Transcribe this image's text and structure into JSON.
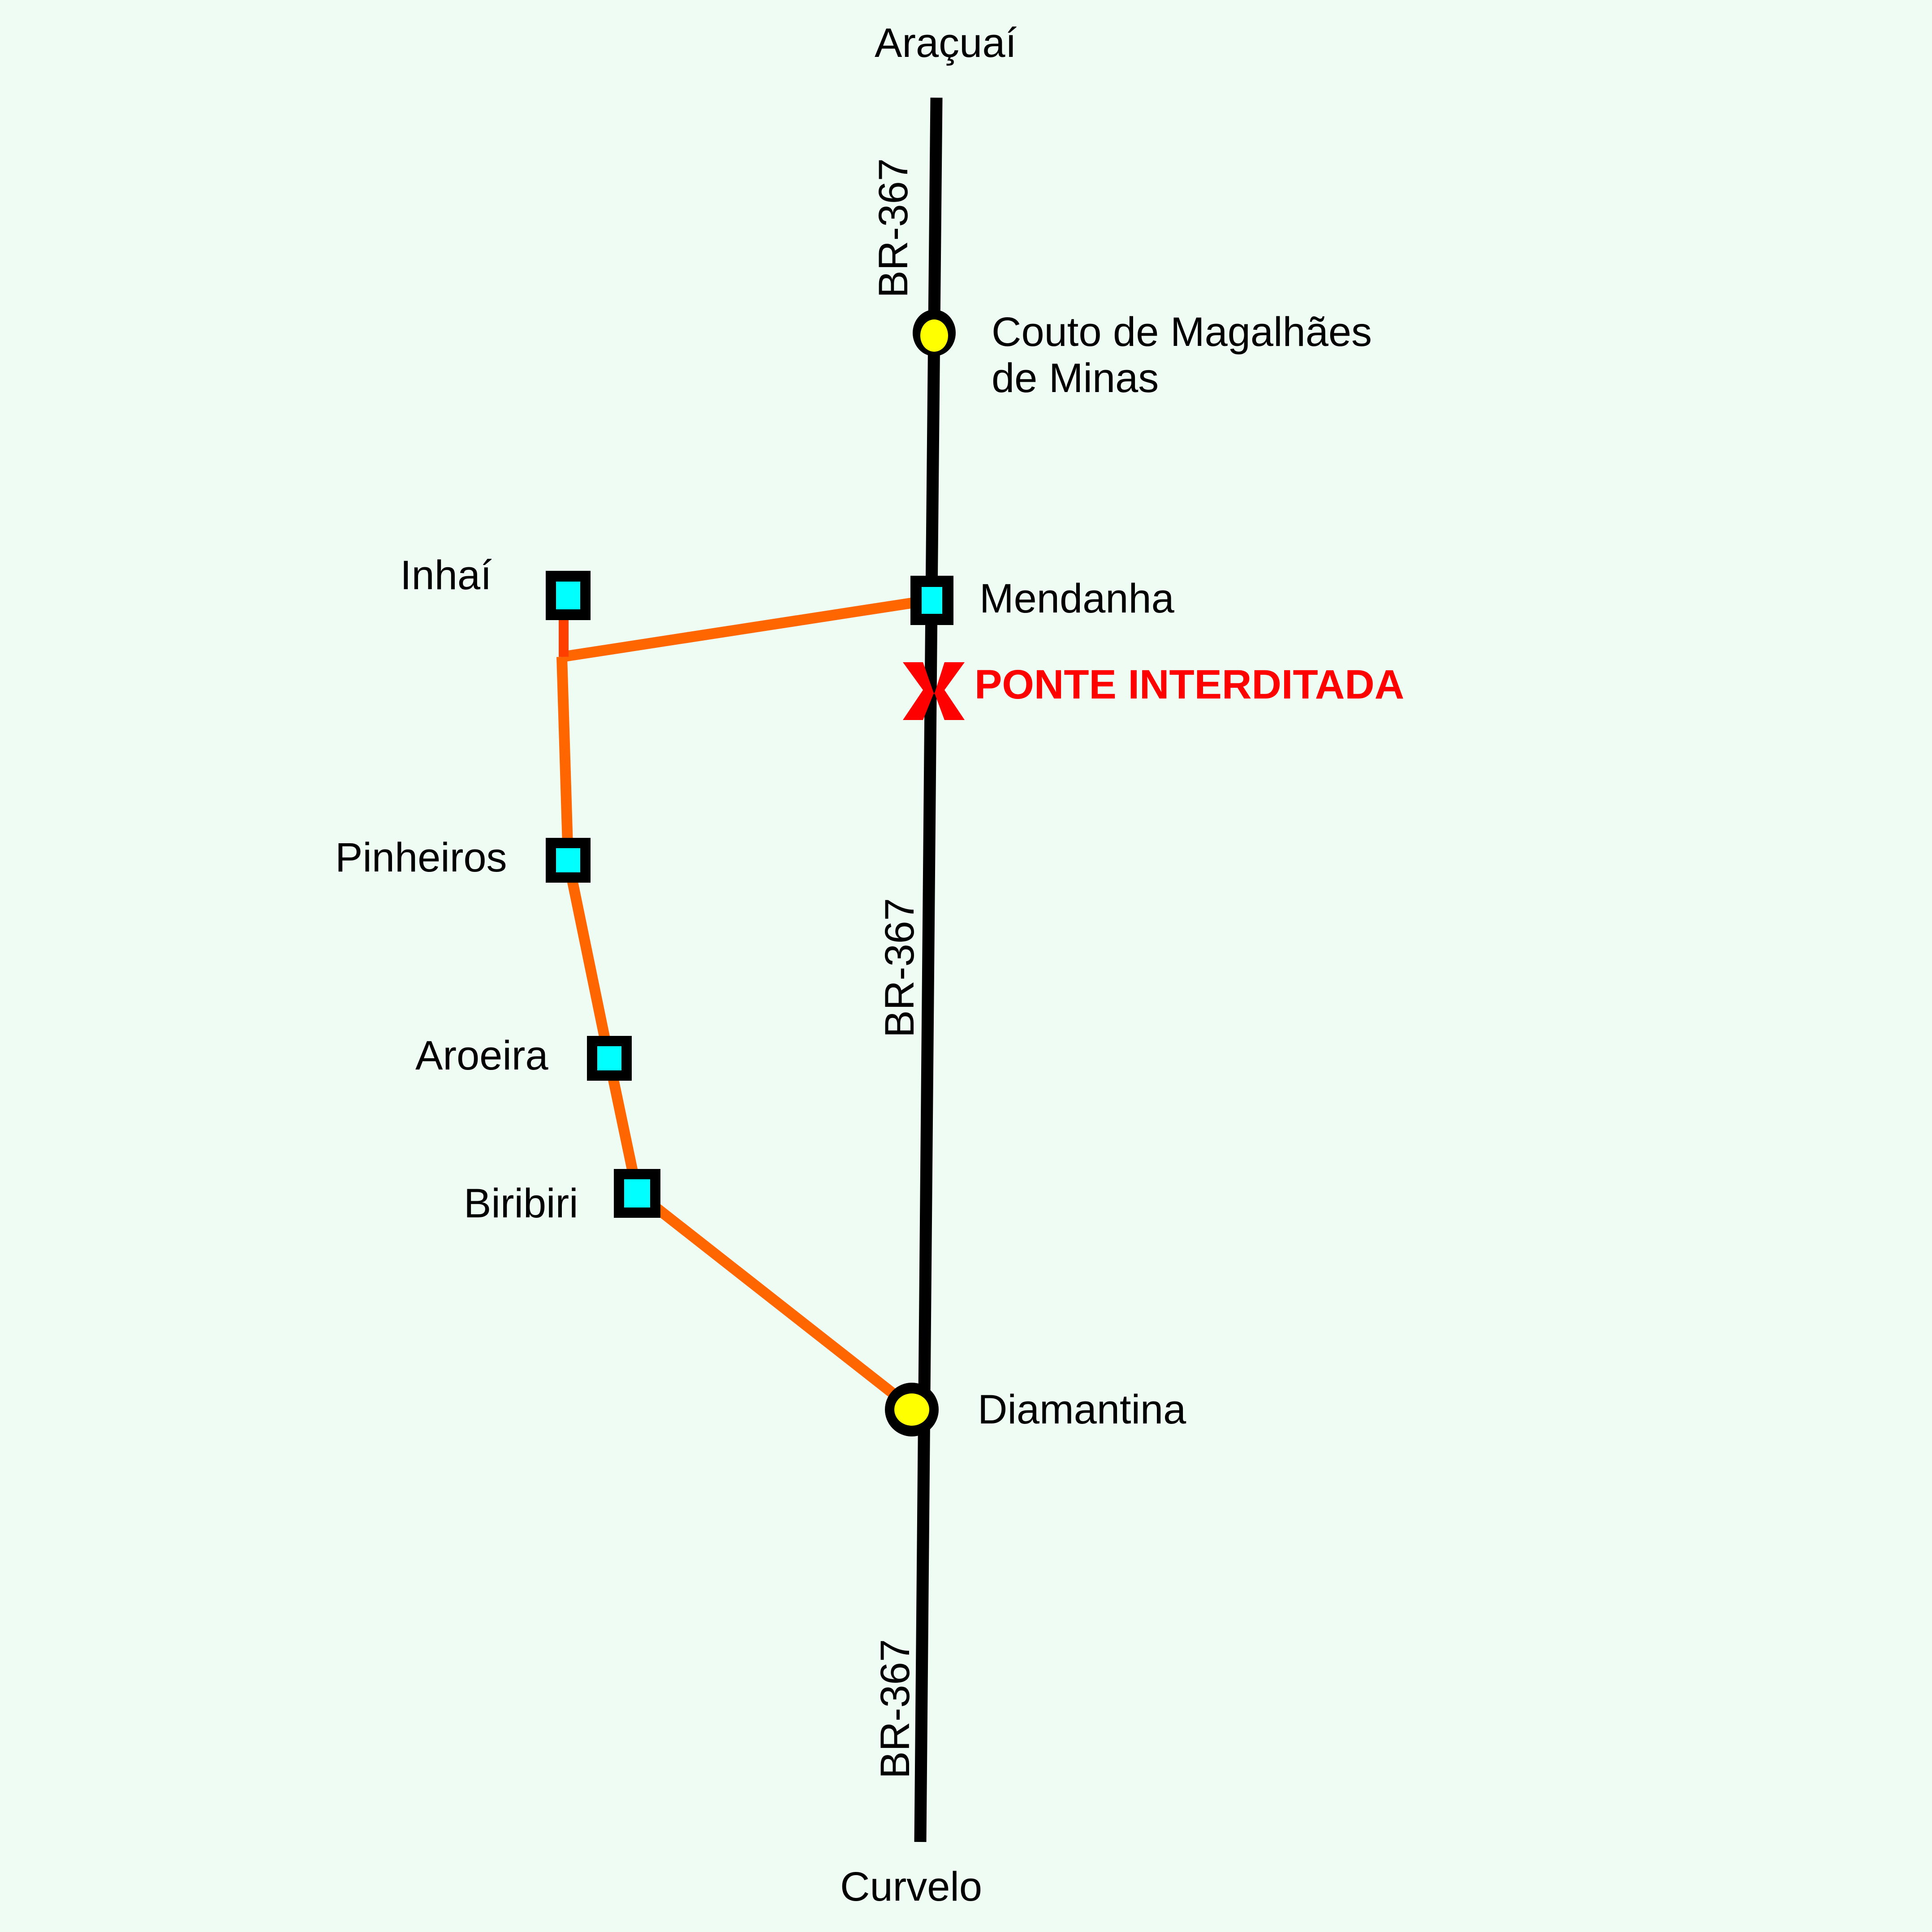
{
  "map": {
    "background": "#effcf3",
    "road": {
      "name": "BR-367",
      "color": "#000000"
    },
    "alt_route_color": "#ff6600",
    "endpoints": {
      "north": "Araçuaí",
      "south": "Curvelo"
    },
    "road_labels": [
      "BR-367",
      "BR-367",
      "BR-367"
    ],
    "cities": [
      {
        "name_line1": "Couto de Magalhães",
        "name_line2": "de Minas",
        "type": "city",
        "color": "#ffff00"
      },
      {
        "name": "Diamantina",
        "type": "city",
        "color": "#ffff00"
      }
    ],
    "localities": [
      {
        "name": "Mendanha",
        "type": "locality",
        "color": "#00ffff"
      },
      {
        "name": "Inhaí",
        "type": "locality",
        "color": "#00ffff"
      },
      {
        "name": "Pinheiros",
        "type": "locality",
        "color": "#00ffff"
      },
      {
        "name": "Aroeira",
        "type": "locality",
        "color": "#00ffff"
      },
      {
        "name": "Biribiri",
        "type": "locality",
        "color": "#00ffff"
      }
    ],
    "closure": {
      "label": "PONTE INTERDITADA",
      "icon": "x-closed-icon",
      "color": "#ff0000"
    }
  }
}
